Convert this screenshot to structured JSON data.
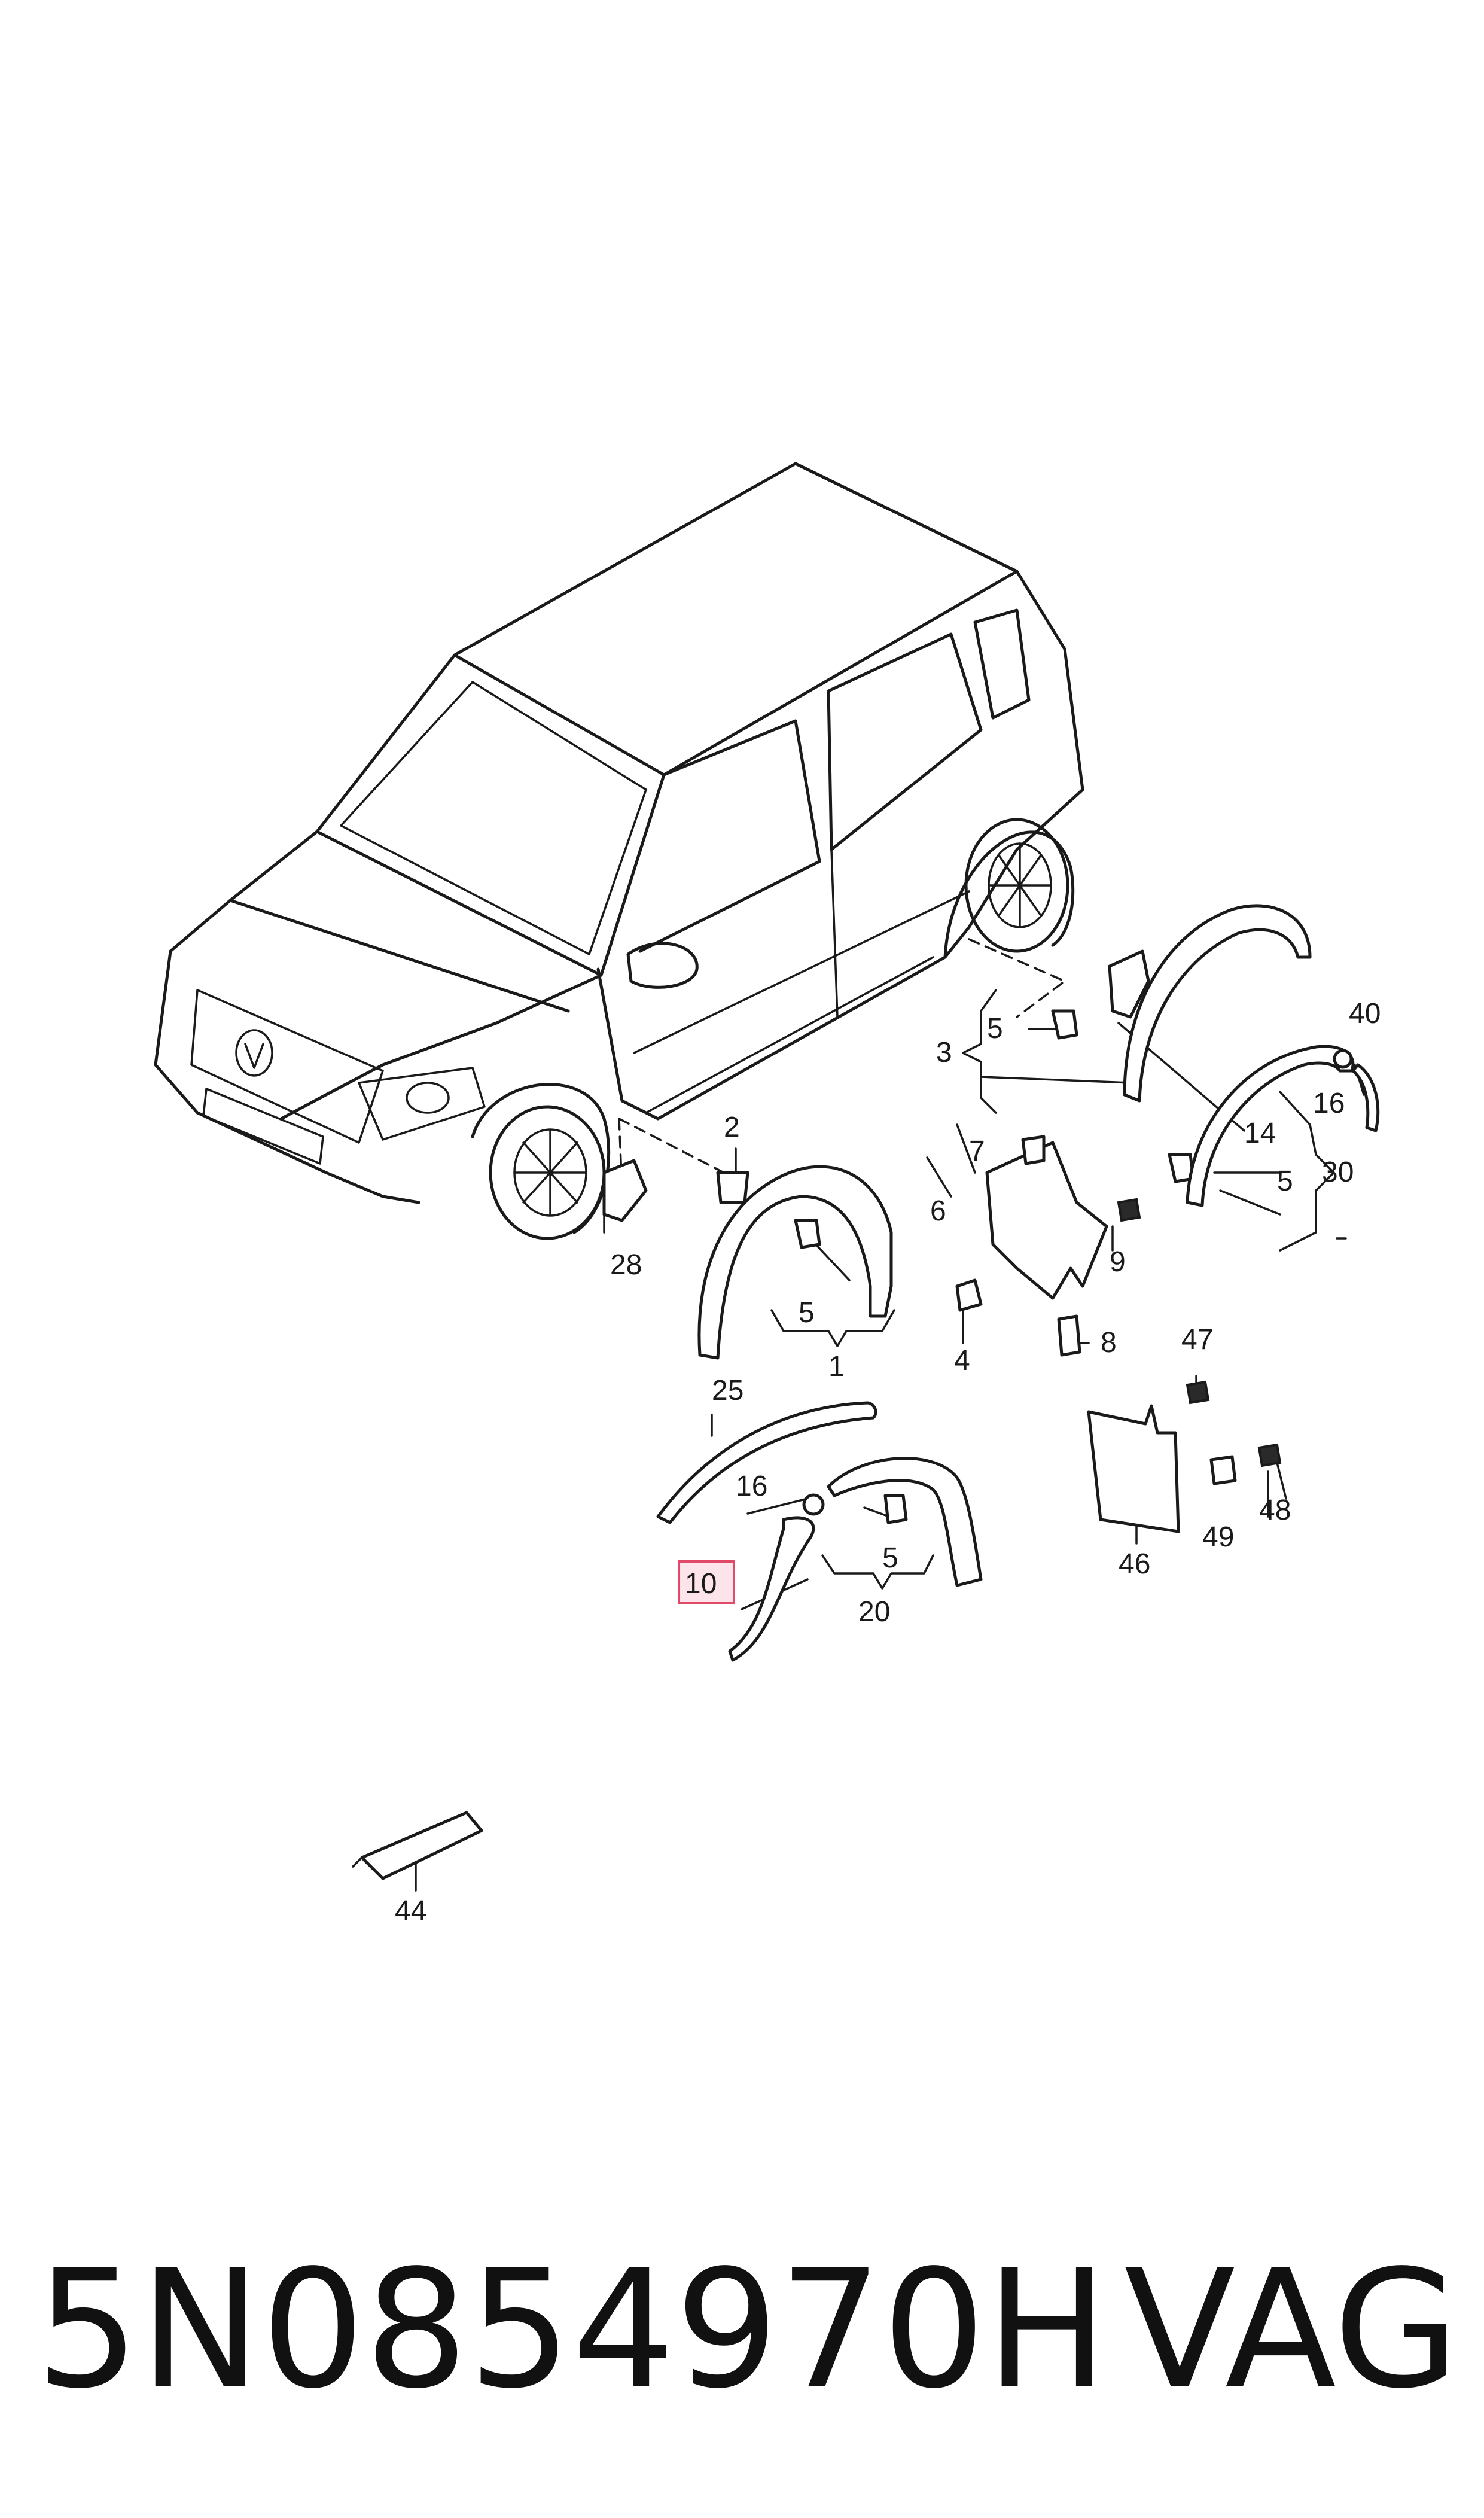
{
  "callouts": {
    "c1": "1",
    "c2": "2",
    "c3": "3",
    "c4": "4",
    "c5a": "5",
    "c5b": "5",
    "c5c": "5",
    "c5d": "5",
    "c6": "6",
    "c7": "7",
    "c8": "8",
    "c9": "9",
    "c10": "10",
    "c14": "14",
    "c16a": "16",
    "c16b": "16",
    "c20": "20",
    "c25": "25",
    "c28": "28",
    "c30": "30",
    "c40": "40",
    "c44": "44",
    "c46": "46",
    "c47": "47",
    "c48": "48",
    "c49": "49"
  },
  "highlight": {
    "callout": "10",
    "color": "#e04a68",
    "fill": "#fde4ea"
  },
  "caption": {
    "part_number": "5N0854970H",
    "brand": "VAG"
  }
}
